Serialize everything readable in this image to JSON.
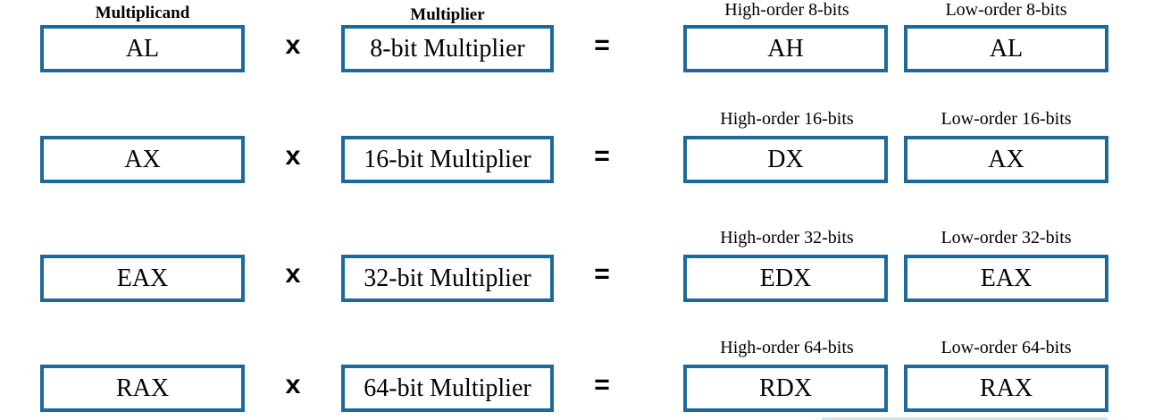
{
  "headers": {
    "multiplicand": "Multiplicand",
    "multiplier": "Multiplier"
  },
  "operators": {
    "times": "x",
    "equals": "="
  },
  "colors": {
    "box_border": "#1c6a99"
  },
  "rows": [
    {
      "multiplicand": "AL",
      "multiplier": "8-bit Multiplier",
      "high_label": "High-order 8-bits",
      "low_label": "Low-order 8-bits",
      "high": "AH",
      "low": "AL"
    },
    {
      "multiplicand": "AX",
      "multiplier": "16-bit Multiplier",
      "high_label": "High-order 16-bits",
      "low_label": "Low-order 16-bits",
      "high": "DX",
      "low": "AX"
    },
    {
      "multiplicand": "EAX",
      "multiplier": "32-bit Multiplier",
      "high_label": "High-order 32-bits",
      "low_label": "Low-order 32-bits",
      "high": "EDX",
      "low": "EAX"
    },
    {
      "multiplicand": "RAX",
      "multiplier": "64-bit Multiplier",
      "high_label": "High-order 64-bits",
      "low_label": "Low-order 64-bits",
      "high": "RDX",
      "low": "RAX"
    }
  ]
}
